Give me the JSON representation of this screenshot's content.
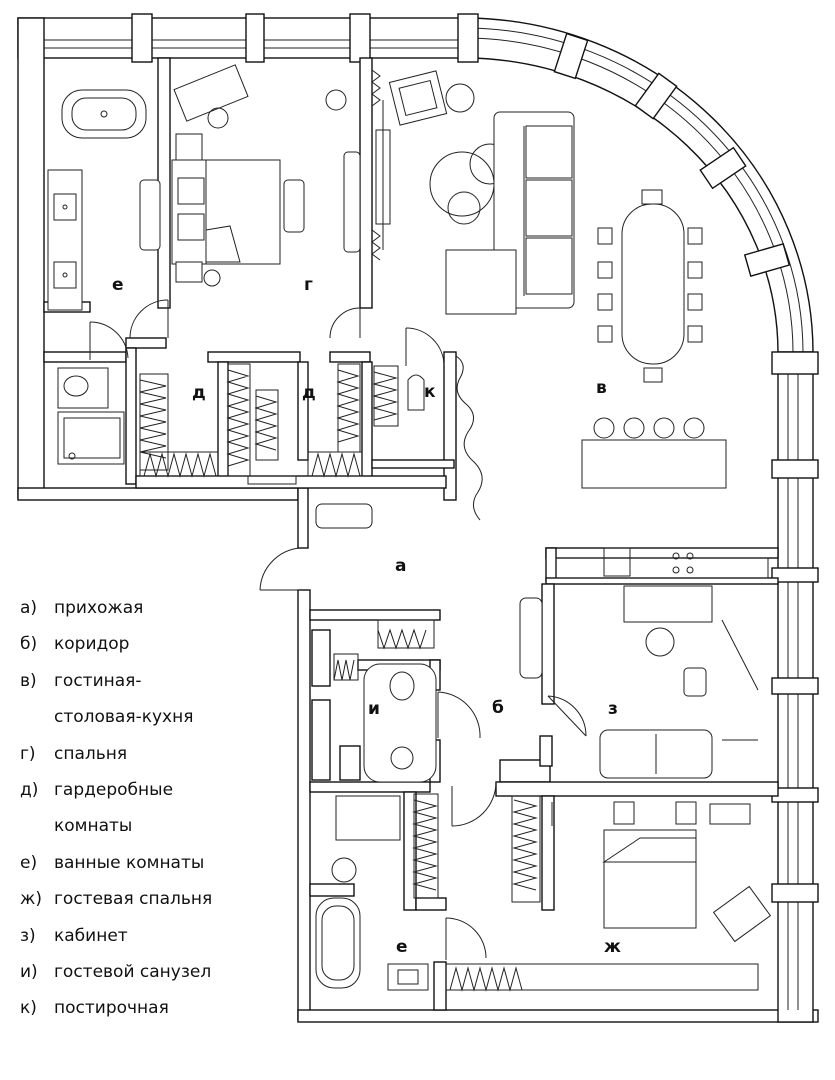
{
  "rooms": {
    "a": "а",
    "b": "б",
    "v": "в",
    "g": "г",
    "d1": "д",
    "d2": "д",
    "k": "к",
    "e1": "е",
    "e2": "е",
    "zh": "ж",
    "z": "з",
    "i": "и"
  },
  "legend": [
    {
      "key": "а)",
      "text": "прихожая"
    },
    {
      "key": "б)",
      "text": "коридор"
    },
    {
      "key": "в)",
      "text": "гостиная-",
      "cont": "столовая-кухня"
    },
    {
      "key": "г)",
      "text": "спальня"
    },
    {
      "key": "д)",
      "text": "гардеробные",
      "cont": "комнаты"
    },
    {
      "key": "е)",
      "text": "ванные комнаты"
    },
    {
      "key": "ж)",
      "text": "гостевая спальня"
    },
    {
      "key": "з)",
      "text": "кабинет"
    },
    {
      "key": "и)",
      "text": "гостевой санузел"
    },
    {
      "key": "к)",
      "text": "постирочная"
    }
  ]
}
